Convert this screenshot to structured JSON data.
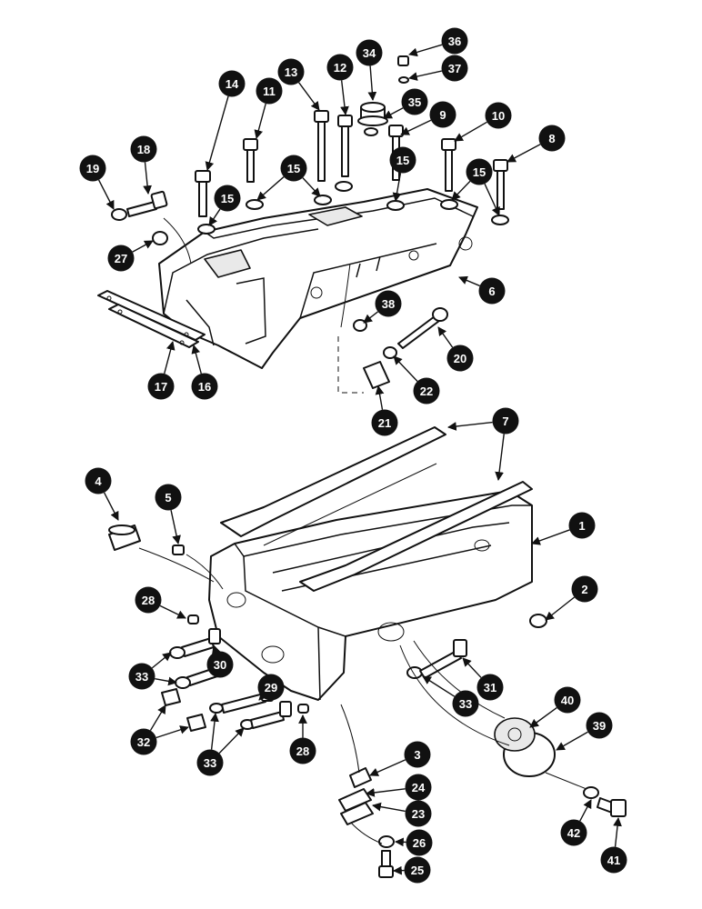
{
  "callouts": [
    "1",
    "2",
    "3",
    "4",
    "5",
    "6",
    "7",
    "8",
    "9",
    "10",
    "11",
    "12",
    "13",
    "14",
    "15",
    "16",
    "17",
    "18",
    "19",
    "20",
    "21",
    "22",
    "23",
    "24",
    "25",
    "26",
    "27",
    "28",
    "29",
    "30",
    "31",
    "32",
    "33",
    "34",
    "35",
    "36",
    "37",
    "38",
    "39",
    "40",
    "41",
    "42"
  ],
  "leader_color": "#111111",
  "callout_color": "#111111"
}
